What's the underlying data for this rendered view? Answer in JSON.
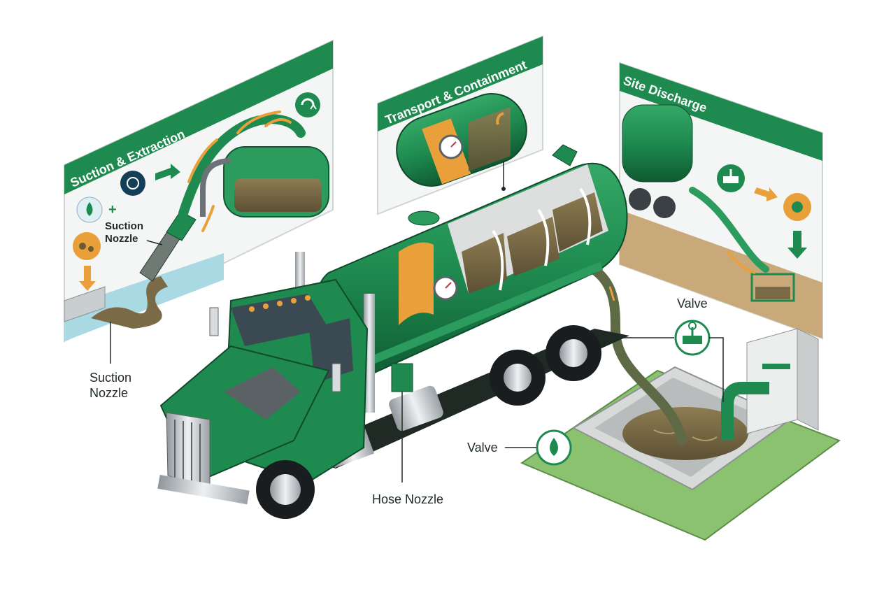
{
  "panels": {
    "suction": {
      "title": "Suction & Extraction",
      "inner_label": "Suction Nozzle"
    },
    "transport": {
      "title": "Transport & Containment"
    },
    "discharge": {
      "title": "Site Discharge"
    }
  },
  "callouts": {
    "suction_nozzle_line1": "Suction",
    "suction_nozzle_line2": "Nozzle",
    "inner_line1": "Suction",
    "inner_line2": "Nozzle",
    "hose_nozzle": "Hose Nozzle",
    "valve_top": "Valve",
    "valve_left": "Valve"
  },
  "colors": {
    "brand_green": "#1e8a4f",
    "dark_green": "#136b3b",
    "accent_orange": "#e9a03a",
    "sludge": "#7a6a45",
    "water": "#a9d9e3",
    "ground": "#8bc270"
  },
  "icons": [
    "water-drop-icon",
    "pump-icon",
    "arrow-right-icon",
    "recycle-icon",
    "gauge-icon",
    "valve-icon",
    "arrow-down-icon"
  ]
}
